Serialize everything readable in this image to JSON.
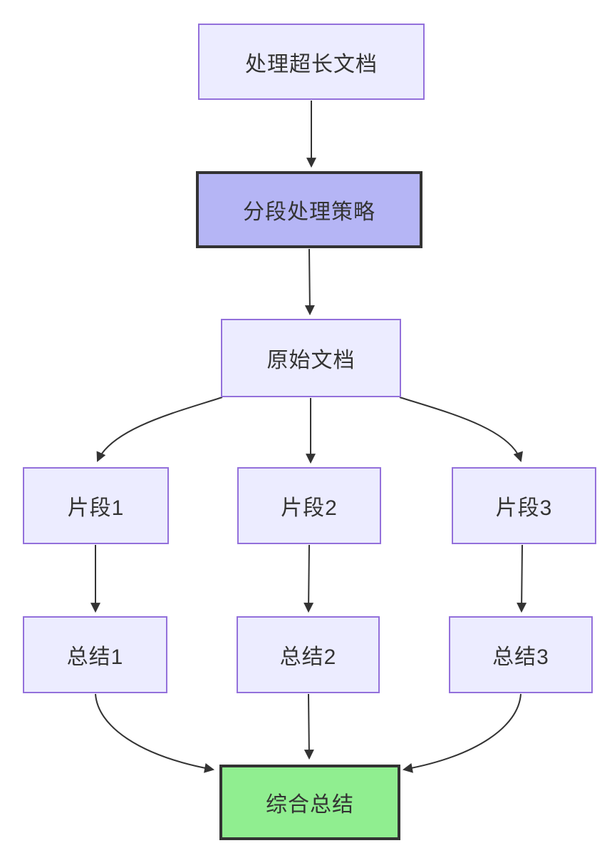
{
  "diagram": {
    "type": "flowchart",
    "direction": "top-down",
    "nodes": [
      {
        "id": "A",
        "label": "处理超长文档",
        "style": "default"
      },
      {
        "id": "B",
        "label": "分段处理策略",
        "style": "highlight"
      },
      {
        "id": "C",
        "label": "原始文档",
        "style": "default"
      },
      {
        "id": "D1",
        "label": "片段1",
        "style": "default"
      },
      {
        "id": "D2",
        "label": "片段2",
        "style": "default"
      },
      {
        "id": "D3",
        "label": "片段3",
        "style": "default"
      },
      {
        "id": "E1",
        "label": "总结1",
        "style": "default"
      },
      {
        "id": "E2",
        "label": "总结2",
        "style": "default"
      },
      {
        "id": "E3",
        "label": "总结3",
        "style": "default"
      }
    ],
    "final_node": {
      "id": "F",
      "label": "综合总结",
      "style": "success"
    },
    "edges": [
      {
        "from": "A",
        "to": "B"
      },
      {
        "from": "B",
        "to": "C"
      },
      {
        "from": "C",
        "to": "D1"
      },
      {
        "from": "C",
        "to": "D2"
      },
      {
        "from": "C",
        "to": "D3"
      },
      {
        "from": "D1",
        "to": "E1"
      },
      {
        "from": "D2",
        "to": "E2"
      },
      {
        "from": "D3",
        "to": "E3"
      },
      {
        "from": "E1",
        "to": "F"
      },
      {
        "from": "E2",
        "to": "F"
      },
      {
        "from": "E3",
        "to": "F"
      }
    ],
    "colors": {
      "background": "#FFFFFF",
      "node_fill": "#ECECFF",
      "node_border": "#9370DB",
      "highlight_fill": "#B5B5F5",
      "highlight_border": "#333333",
      "success_fill": "#90EE90",
      "success_border": "#333333",
      "edge": "#333333",
      "text": "#333333"
    }
  }
}
